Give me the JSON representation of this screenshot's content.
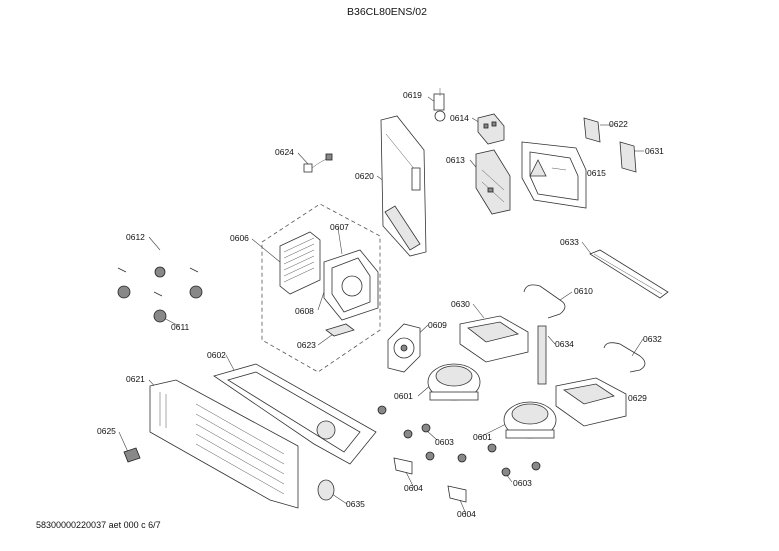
{
  "header": {
    "model": "B36CL80ENS/02"
  },
  "footer": {
    "doc_ref": "58300000220037 aet 000 c 6/7"
  },
  "callouts": {
    "c0619": "0619",
    "c0614": "0614",
    "c0622": "0622",
    "c0631": "0631",
    "c0624": "0624",
    "c0613": "0613",
    "c0615": "0615",
    "c0620": "0620",
    "c0633": "0633",
    "c0612": "0612",
    "c0606": "0606",
    "c0607": "0607",
    "c0610": "0610",
    "c0630": "0630",
    "c0608": "0608",
    "c0611": "0611",
    "c0609": "0609",
    "c0634": "0634",
    "c0632": "0632",
    "c0623": "0623",
    "c0602": "0602",
    "c0621": "0621",
    "c0601a": "0601",
    "c0629": "0629",
    "c0625": "0625",
    "c0603a": "0603",
    "c0601b": "0601",
    "c0604a": "0604",
    "c0603b": "0603",
    "c0635": "0635",
    "c0604b": "0604"
  }
}
